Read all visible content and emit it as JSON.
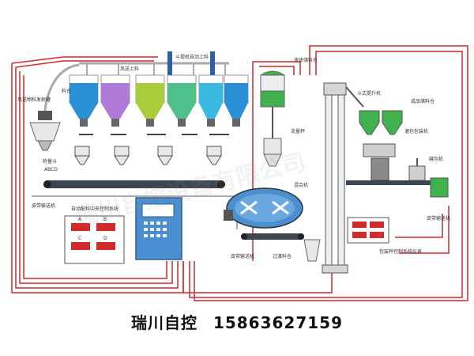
{
  "colors": {
    "pipe_red": "#d2282c",
    "conveyor_gray": "#3d4650",
    "silo_blue": "#2b8fd6",
    "silo_purple": "#b07ad8",
    "silo_yellowgreen": "#a8cc3a",
    "silo_green": "#4fc08a",
    "silo_cyan": "#39b8e0",
    "bin_green": "#3fb24d",
    "cabinet_blue": "#4a8fd0",
    "display_red": "#d22b2b"
  },
  "labels": {
    "wind_feeder": "风送物料发射罐",
    "silo": "料仓",
    "wind_feed": "风送上料",
    "bucket_elevator_feed": "斗提机自动上料",
    "liquid_bin": "液体储料仓",
    "weigh_hopper": "称量斗",
    "abcd": "ABCD",
    "flow_scale": "流量秤",
    "mixer": "混合机",
    "belt_conveyor_left": "皮带输送机",
    "belt_conveyor_bottom": "皮带输送机",
    "transition_bin": "过渡料仓",
    "bucket_elevator": "斗式提升机",
    "finished_bin": "成品储料仓",
    "packer": "灌包包装机",
    "sewing_machine": "缝包机",
    "belt_conveyor_right": "皮带输送机",
    "control_system": "自动配料中央控制系统",
    "pack_control": "包装秤控制系统仪表"
  },
  "control_panel": {
    "readouts": [
      "A",
      "B",
      "C",
      "D"
    ]
  },
  "footer": {
    "company": "瑞川自控",
    "phone": "15863627159"
  },
  "watermark": {
    "text": "瑞川自控设备有限公司"
  }
}
